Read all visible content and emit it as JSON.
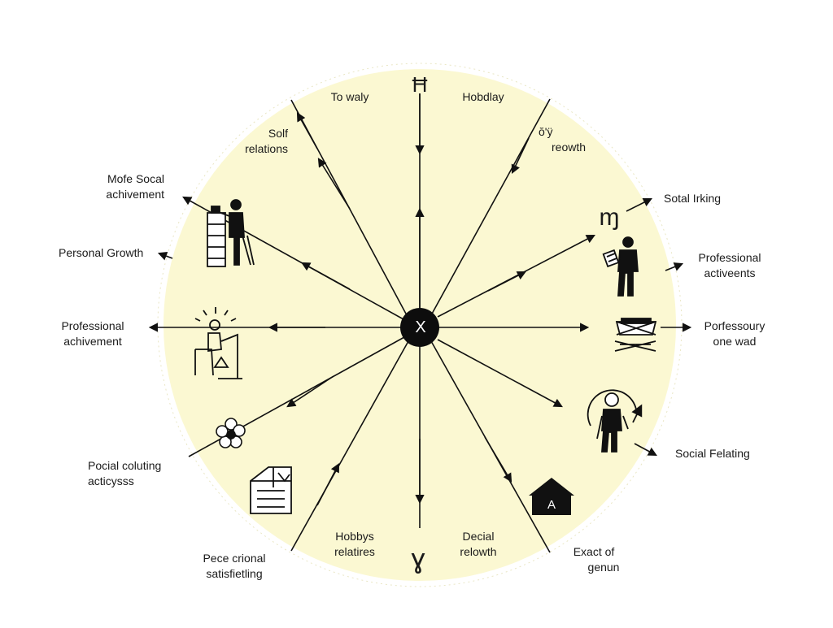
{
  "colors": {
    "background": "#ffffff",
    "disc": "#fbf8d2",
    "ink": "#111111"
  },
  "hub": {
    "label": "X",
    "icon": "x-hub-icon"
  },
  "labels": {
    "top_left": "To waly",
    "top_right": "Hobdlay",
    "upper_left": [
      "Solf",
      "relations"
    ],
    "upper_right": [
      "ŏ'ÿ",
      "reowth"
    ],
    "left_1": [
      "Mofe Socal",
      "achivement"
    ],
    "left_2": "Personal Growth",
    "left_3": [
      "Professional",
      "achivement"
    ],
    "left_4": [
      "Pocial coluting",
      "acticysss"
    ],
    "bottom_left": [
      "Pece crional",
      "satisfietling"
    ],
    "bottom_center_left": [
      "Hobbys",
      "relatires"
    ],
    "bottom_center_right": [
      "Decial",
      "relowth"
    ],
    "bottom_right": [
      "Exact of",
      "genun"
    ],
    "right_1": "Sotal Irking",
    "right_2": [
      "Professional",
      "activeents"
    ],
    "right_3": [
      "Porfessoury",
      "one wad"
    ],
    "right_4": "Social Felating"
  },
  "glyphs": {
    "top": "Ħ",
    "right_upper": "ɱ",
    "bottom": "ɣ",
    "house_letter": "A"
  },
  "icons": [
    "person-at-shelf-icon",
    "sunrise-reader-icon",
    "flower-icon",
    "checklist-box-icon",
    "house-icon",
    "person-with-map-icon",
    "hammock-icon",
    "person-in-circle-icon"
  ]
}
